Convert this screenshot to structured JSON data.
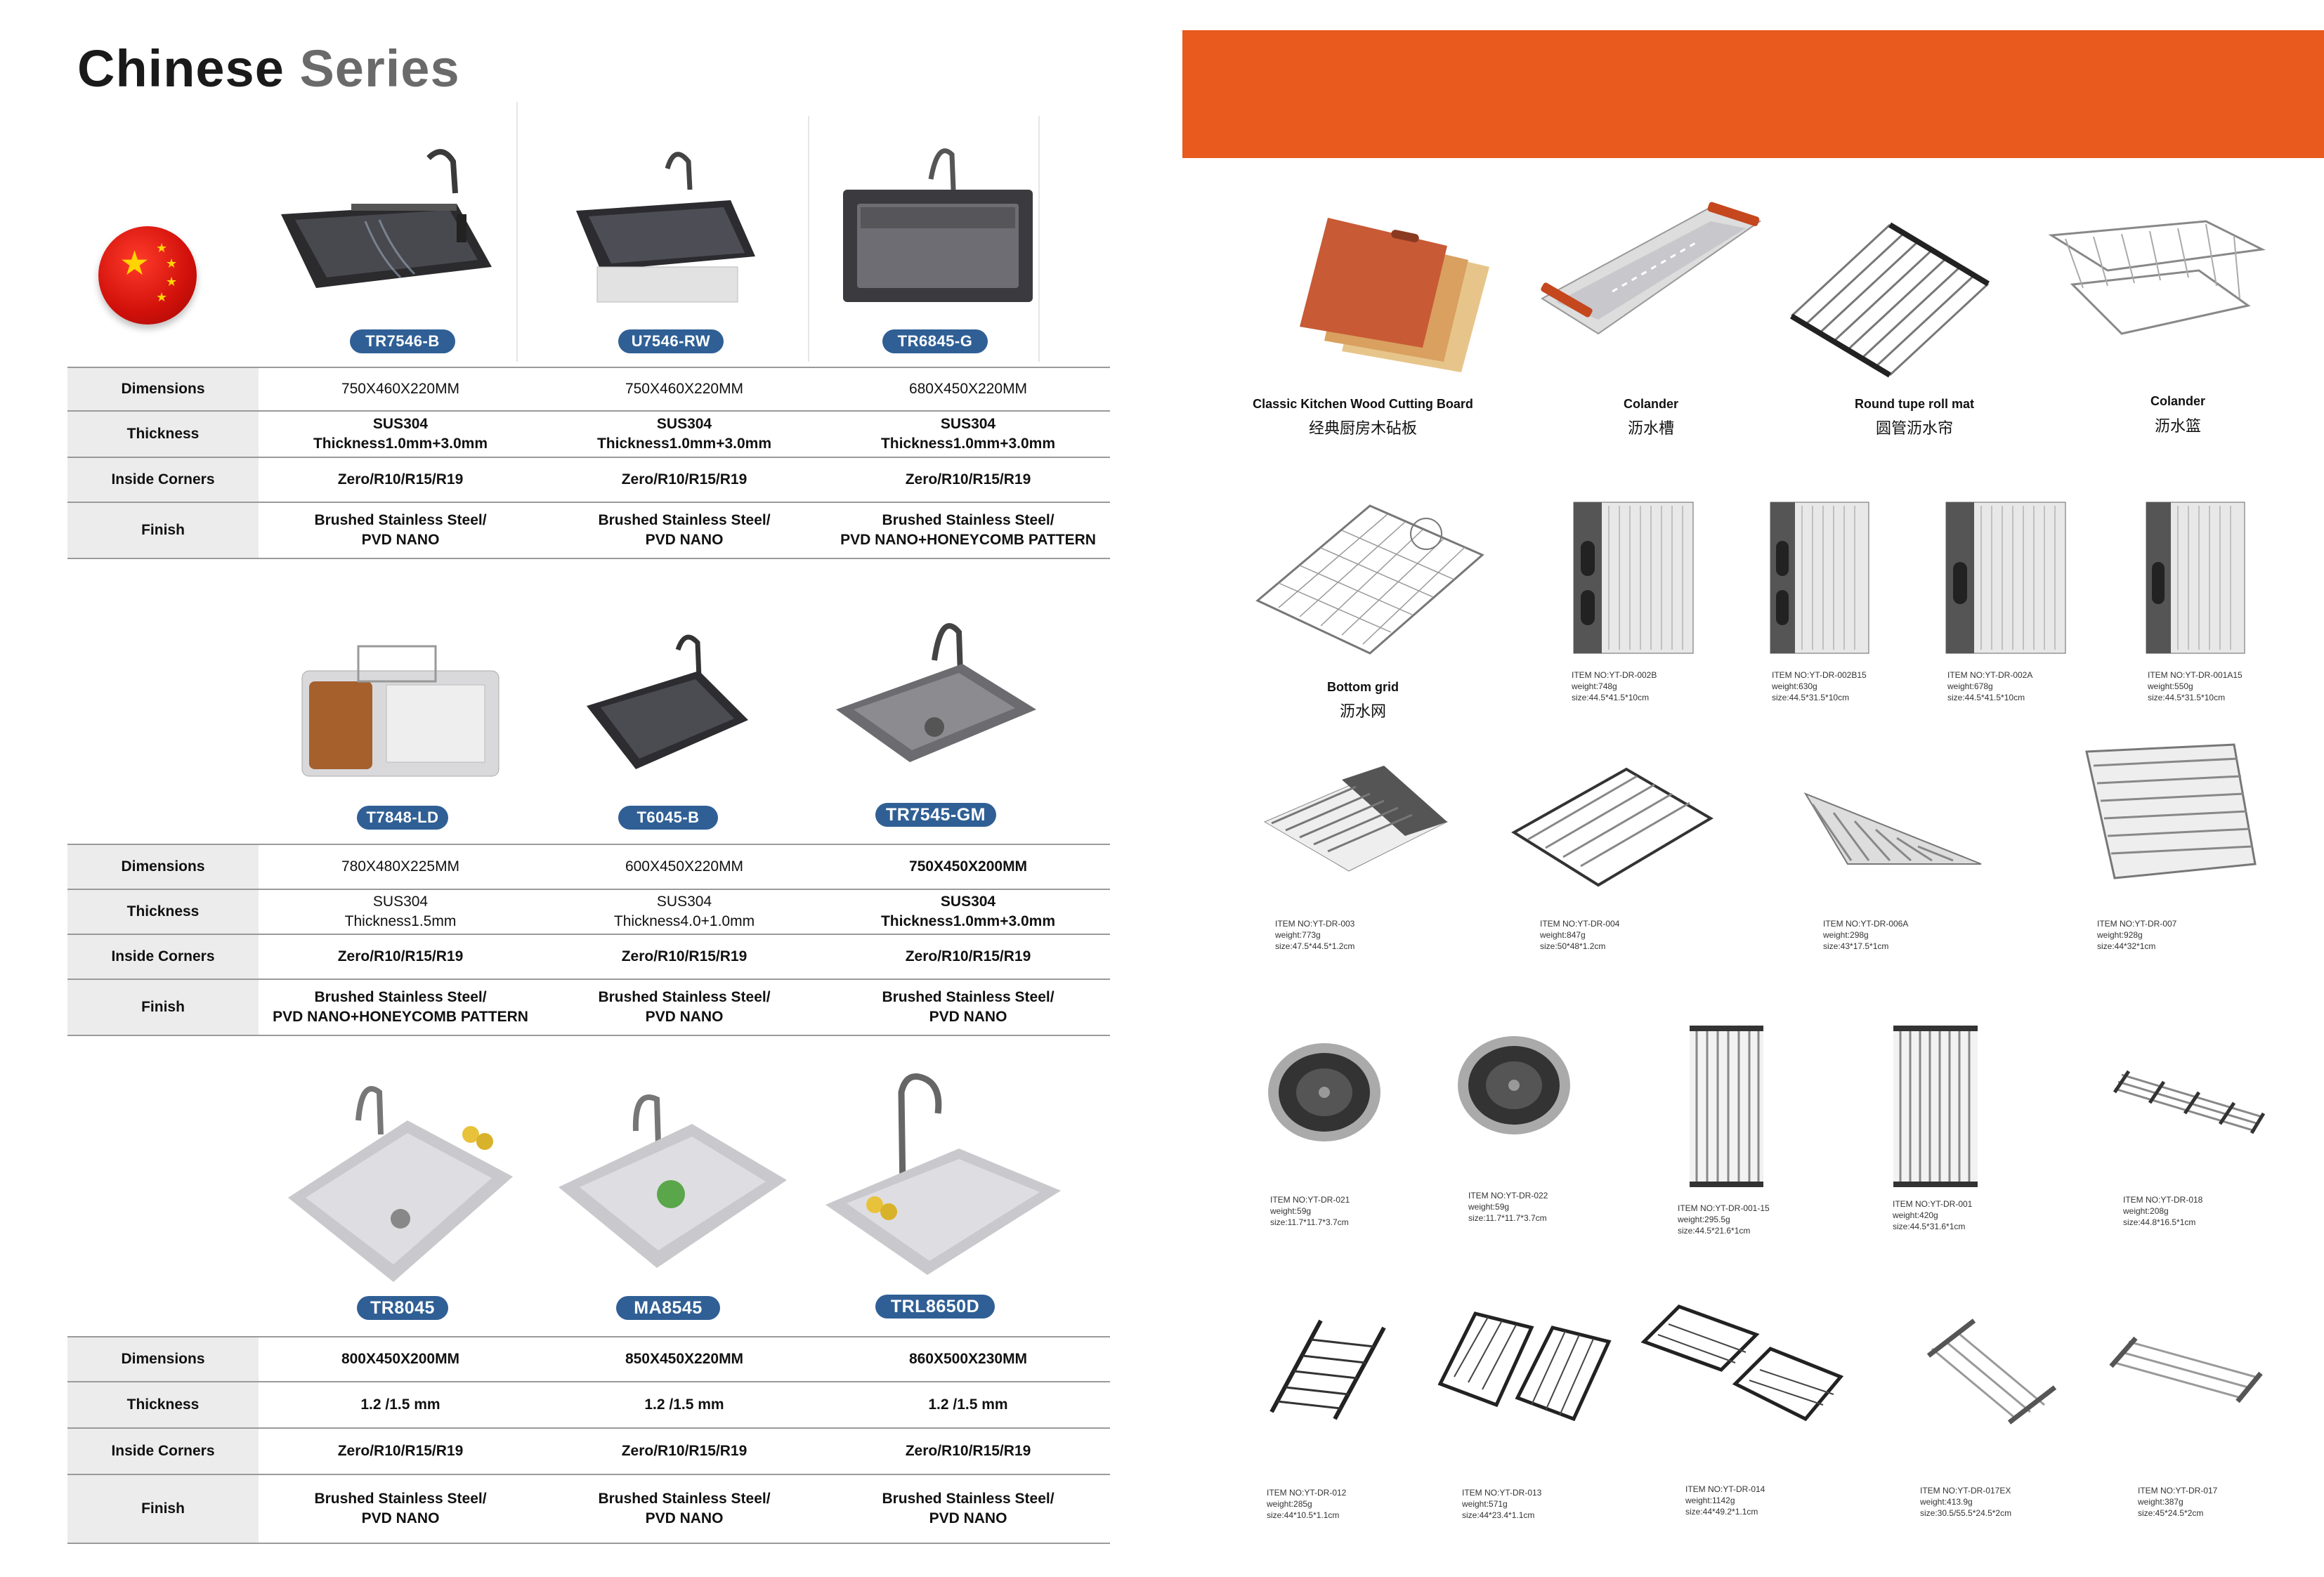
{
  "page_title": {
    "word1": "Chinese",
    "word2": "Series"
  },
  "colors": {
    "accent": "#e85a1e",
    "badge": "#2f5f95",
    "flag_red": "#d0100a",
    "flag_star": "#ffd400"
  },
  "row_labels": [
    "Dimensions",
    "Thickness",
    "Inside Corners",
    "Finish"
  ],
  "groups": [
    {
      "products": [
        {
          "model": "TR7546-B",
          "dimensions": "750X460X220MM",
          "thickness_1": "SUS304",
          "thickness_2": "Thickness1.0mm+3.0mm",
          "corners": "Zero/R10/R15/R19",
          "finish_1": "Brushed Stainless Steel/",
          "finish_2": "PVD  NANO"
        },
        {
          "model": "U7546-RW",
          "dimensions": "750X460X220MM",
          "thickness_1": "SUS304",
          "thickness_2": "Thickness1.0mm+3.0mm",
          "corners": "Zero/R10/R15/R19",
          "finish_1": "Brushed Stainless Steel/",
          "finish_2": "PVD  NANO"
        },
        {
          "model": "TR6845-G",
          "dimensions": "680X450X220MM",
          "thickness_1": "SUS304",
          "thickness_2": "Thickness1.0mm+3.0mm",
          "corners": "Zero/R10/R15/R19",
          "finish_1": "Brushed Stainless Steel/",
          "finish_2": "PVD  NANO+HONEYCOMB PATTERN"
        }
      ]
    },
    {
      "products": [
        {
          "model": "T7848-LD",
          "dimensions": "780X480X225MM",
          "thickness_1": "SUS304",
          "thickness_2": "Thickness1.5mm",
          "corners": "Zero/R10/R15/R19",
          "finish_1": "Brushed Stainless Steel/",
          "finish_2": "PVD  NANO+HONEYCOMB PATTERN"
        },
        {
          "model": "T6045-B",
          "dimensions": "600X450X220MM",
          "thickness_1": "SUS304",
          "thickness_2": "Thickness4.0+1.0mm",
          "corners": "Zero/R10/R15/R19",
          "finish_1": "Brushed Stainless Steel/",
          "finish_2": "PVD  NANO"
        },
        {
          "model": "TR7545-GM",
          "dimensions": "750X450X200MM",
          "thickness_1": "SUS304",
          "thickness_2": "Thickness1.0mm+3.0mm",
          "corners": "Zero/R10/R15/R19",
          "finish_1": "Brushed Stainless Steel/",
          "finish_2": "PVD  NANO"
        }
      ]
    },
    {
      "products": [
        {
          "model": "TR8045",
          "dimensions": "800X450X200MM",
          "thickness": "1.2 /1.5 mm",
          "corners": "Zero/R10/R15/R19",
          "finish_1": "Brushed Stainless Steel/",
          "finish_2": "PVD  NANO"
        },
        {
          "model": "MA8545",
          "dimensions": "850X450X220MM",
          "thickness": "1.2 /1.5 mm",
          "corners": "Zero/R10/R15/R19",
          "finish_1": "Brushed Stainless Steel/",
          "finish_2": "PVD  NANO"
        },
        {
          "model": "TRL8650D",
          "dimensions": "860X500X230MM",
          "thickness": "1.2 /1.5 mm",
          "corners": "Zero/R10/R15/R19",
          "finish_1": "Brushed Stainless Steel/",
          "finish_2": "PVD  NANO"
        }
      ]
    }
  ],
  "accessories_top": [
    {
      "en": "Classic Kitchen Wood Cutting Board",
      "cn": "经典厨房木砧板",
      "icon": "cutting-board"
    },
    {
      "en": "Colander",
      "cn": "沥水槽",
      "icon": "colander"
    },
    {
      "en": "Round tupe roll mat",
      "cn": "圆管沥水帘",
      "icon": "roll-mat"
    },
    {
      "en": "Colander",
      "cn": "沥水篮",
      "icon": "wire-basket"
    }
  ],
  "bottom_grid": {
    "en": "Bottom grid",
    "cn": "沥水网"
  },
  "row2_items": [
    {
      "item": "ITEM NO:YT-DR-002B",
      "weight": "weight:748g",
      "size": "size:44.5*41.5*10cm"
    },
    {
      "item": "ITEM NO:YT-DR-002B15",
      "weight": "weight:630g",
      "size": "size:44.5*31.5*10cm"
    },
    {
      "item": "ITEM NO:YT-DR-002A",
      "weight": "weight:678g",
      "size": "size:44.5*41.5*10cm"
    },
    {
      "item": "ITEM NO:YT-DR-001A15",
      "weight": "weight:550g",
      "size": "size:44.5*31.5*10cm"
    }
  ],
  "row3_items": [
    {
      "item": "ITEM NO:YT-DR-003",
      "weight": "weight:773g",
      "size": "size:47.5*44.5*1.2cm"
    },
    {
      "item": "ITEM NO:YT-DR-004",
      "weight": "weight:847g",
      "size": "size:50*48*1.2cm"
    },
    {
      "item": "ITEM NO:YT-DR-006A",
      "weight": "weight:298g",
      "size": "size:43*17.5*1cm"
    },
    {
      "item": "ITEM NO:YT-DR-007",
      "weight": "weight:928g",
      "size": "size:44*32*1cm"
    }
  ],
  "row4_items": [
    {
      "item": "ITEM NO:YT-DR-021",
      "weight": "weight:59g",
      "size": "size:11.7*11.7*3.7cm"
    },
    {
      "item": "ITEM NO:YT-DR-022",
      "weight": "weight:59g",
      "size": "size:11.7*11.7*3.7cm"
    },
    {
      "item": "ITEM NO:YT-DR-001-15",
      "weight": "weight:295.5g",
      "size": "size:44.5*21.6*1cm"
    },
    {
      "item": "ITEM NO:YT-DR-001",
      "weight": "weight:420g",
      "size": "size:44.5*31.6*1cm"
    },
    {
      "item": "ITEM NO:YT-DR-018",
      "weight": "weight:208g",
      "size": "size:44.8*16.5*1cm"
    }
  ],
  "row5_items": [
    {
      "item": "ITEM NO:YT-DR-012",
      "weight": "weight:285g",
      "size": "size:44*10.5*1.1cm"
    },
    {
      "item": "ITEM NO:YT-DR-013",
      "weight": "weight:571g",
      "size": "size:44*23.4*1.1cm"
    },
    {
      "item": "ITEM NO:YT-DR-014",
      "weight": "weight:1142g",
      "size": "size:44*49.2*1.1cm"
    },
    {
      "item": "ITEM NO:YT-DR-017EX",
      "weight": "weight:413.9g",
      "size": "size:30.5/55.5*24.5*2cm"
    },
    {
      "item": "ITEM NO:YT-DR-017",
      "weight": "weight:387g",
      "size": "size:45*24.5*2cm"
    }
  ]
}
